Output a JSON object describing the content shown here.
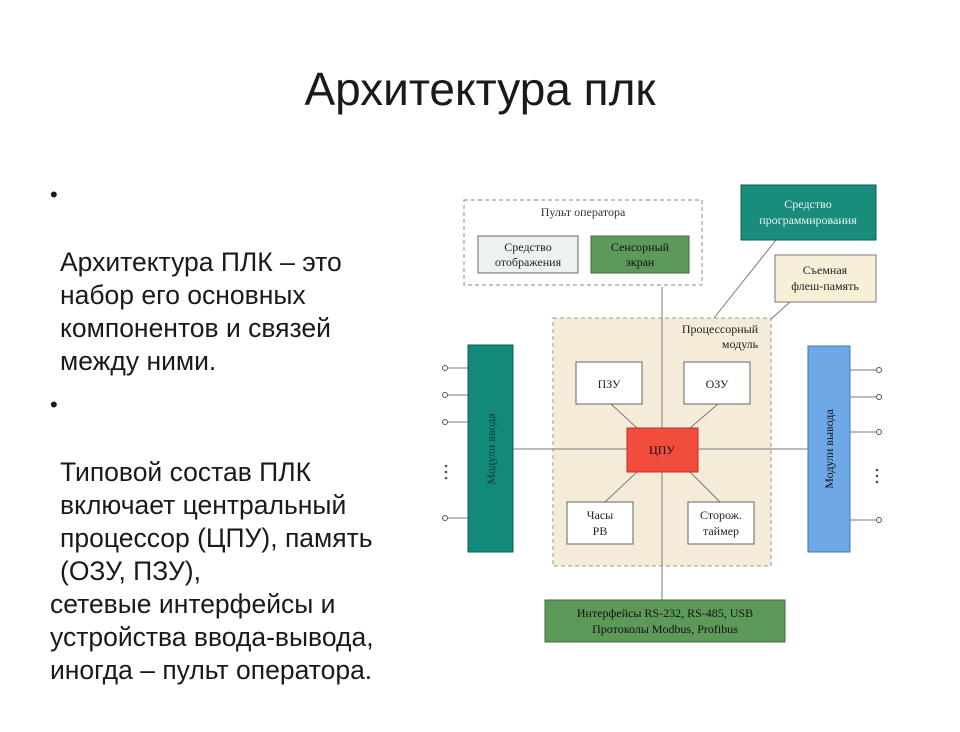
{
  "slide": {
    "title": "Архитектура плк",
    "bullets": [
      {
        "text": "Архитектура ПЛК – это\nнабор его основных\nкомпонентов и связей\nмежду ними."
      },
      {
        "text": "Типовой состав ПЛК\nвключает центральный\nпроцессор (ЦПУ), память\n(ОЗУ, ПЗУ),",
        "tail": "сетевые интерфейсы и\nустройства ввода-вывода,\nиногда – пульт оператора."
      }
    ]
  },
  "diagram": {
    "operator_panel": {
      "label": "Пульт оператора",
      "display": [
        "Средство",
        "отображения"
      ],
      "touch": [
        "Сенсорный",
        "экран"
      ]
    },
    "programming_tool": [
      "Средство",
      "программирования"
    ],
    "flash": [
      "Съемная",
      "флеш-память"
    ],
    "processor_module": [
      "Процессорный",
      "модуль"
    ],
    "rom": "ПЗУ",
    "ram": "ОЗУ",
    "cpu": "ЦПУ",
    "clock": [
      "Часы",
      "РВ"
    ],
    "watchdog": [
      "Сторож.",
      "таймер"
    ],
    "input_modules": "Модули ввода",
    "output_modules": "Модули вывода",
    "interfaces": [
      "Интерфейсы RS-232, RS-485, USB",
      "Протоколы Modbus, Profibus"
    ],
    "colors": {
      "input": "#13897a",
      "output": "#6fa8e6",
      "cpu": "#f24c3d",
      "touch": "#5d9a5a",
      "programming": "#1a8c7c",
      "flash": "#f7efd8",
      "processor_bg": "#f4ecd9",
      "interfaces": "#5d9a5a",
      "display": "#eef2ee"
    }
  }
}
